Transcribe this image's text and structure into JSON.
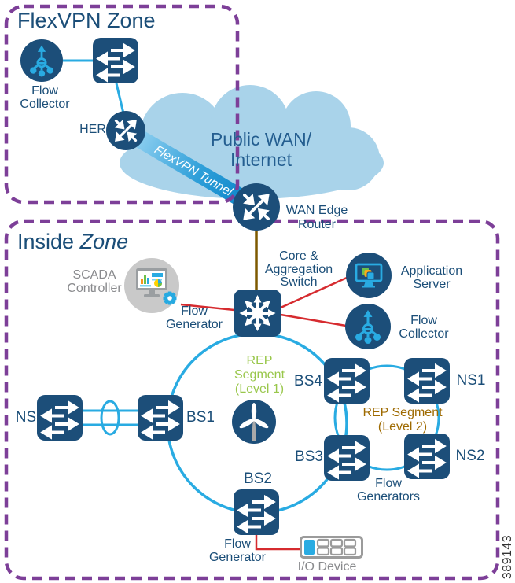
{
  "figure_number": "389143",
  "colors": {
    "navy": "#1C4E79",
    "cyan": "#29ABE2",
    "red": "#D62B2F",
    "purple_zone_border": "#7D3F98",
    "green_rep1": "#99C74B",
    "brown_rep2": "#9E6A00",
    "brown_line": "#7E5A00",
    "cloud_blue": "#A9D3EA",
    "gray_text": "#898A8D"
  },
  "flexvpn_zone": {
    "title": "FlexVPN Zone",
    "flow_collector": "Flow\nCollector",
    "her": "HER"
  },
  "wan": {
    "cloud": "Public WAN/\nInternet",
    "tunnel": "FlexVPN Tunnel",
    "edge_router": "WAN Edge\nRouter"
  },
  "inside_zone": {
    "title_main": "Inside",
    "title_zone": "Zone",
    "core_switch": "Core &\nAggregation\nSwitch",
    "scada": "SCADA\nController",
    "flow_generator_top": "Flow\nGenerator",
    "app_server": "Application\nServer",
    "flow_collector": "Flow\nCollector",
    "rep_segment_1": "REP\nSegment\n(Level 1)",
    "rep_segment_2": "REP Segment\n(Level 2)",
    "ns": "NS",
    "bs1": "BS1",
    "bs2": "BS2",
    "bs3": "BS3",
    "bs4": "BS4",
    "ns1": "NS1",
    "ns2": "NS2",
    "flow_generators": "Flow\nGenerators",
    "flow_generator_bottom": "Flow\nGenerator",
    "io_device": "I/O Device"
  }
}
